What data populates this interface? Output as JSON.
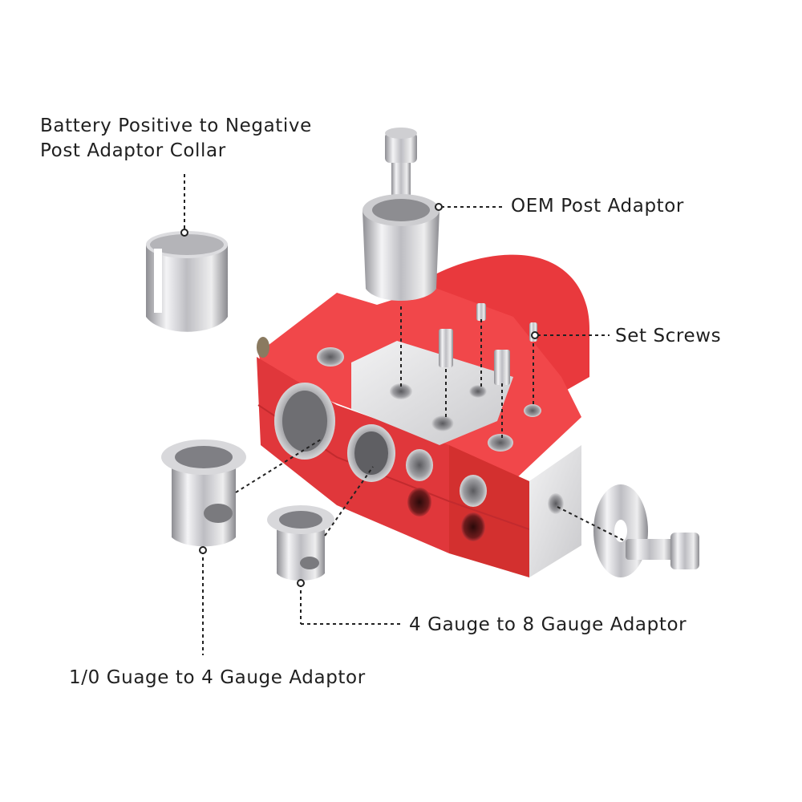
{
  "labels": {
    "collar_line1": "Battery Positive to Negative",
    "collar_line2": "Post Adaptor Collar",
    "oem_post_adaptor": "OEM Post Adaptor",
    "set_screws": "Set Screws",
    "gauge_4_to_8": "4 Gauge to 8 Gauge Adaptor",
    "gauge_10_to_4": "1/0 Guage to 4 Gauge Adaptor"
  },
  "colors": {
    "terminal_body": "#f1474a",
    "terminal_shadow": "#d93438",
    "metal_light": "#e4e4e6",
    "metal_dark": "#9a9a9e",
    "text": "#1f1f1f"
  }
}
